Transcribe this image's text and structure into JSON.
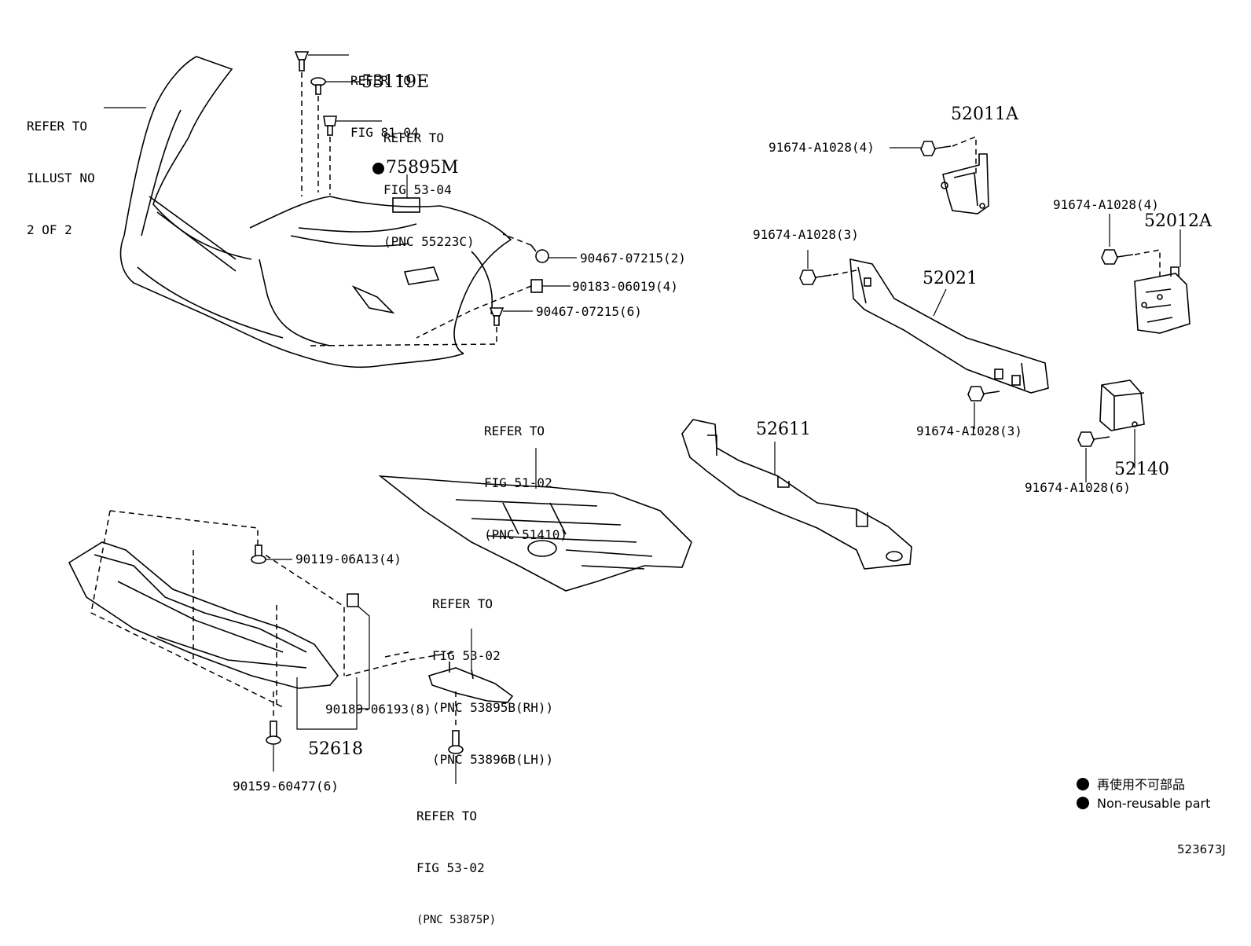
{
  "diagram_id": "523673J",
  "legend": {
    "marker_note_jp": "再使用不可部品",
    "marker_note_en": "Non-reusable part"
  },
  "labels": {
    "refer_illust": [
      "REFER TO",
      "ILLUST NO",
      "2 OF 2"
    ],
    "refer_fig_81_04": [
      "REFER TO",
      "FIG 81-04"
    ],
    "part_53119E": "53119E",
    "refer_fig_53_04": [
      "REFER TO",
      "FIG 53-04",
      "(PNC 55223C)"
    ],
    "part_75895M": "75895M",
    "part_90467_2": "90467-07215(2)",
    "part_90183": "90183-06019(4)",
    "part_90467_6": "90467-07215(6)",
    "part_52011A": "52011A",
    "bolt_91674_4_top": "91674-A1028(4)",
    "bolt_91674_4_right": "91674-A1028(4)",
    "part_52012A": "52012A",
    "bolt_91674_3_left": "91674-A1028(3)",
    "part_52021": "52021",
    "bolt_91674_3_bottom": "91674-A1028(3)",
    "part_52611": "52611",
    "part_52140": "52140",
    "bolt_91674_6": "91674-A1028(6)",
    "refer_fig_51_02": [
      "REFER TO",
      "FIG 51-02",
      "(PNC 51410)"
    ],
    "part_90119": "90119-06A13(4)",
    "refer_fig_53_02_a": [
      "REFER TO",
      "FIG 53-02",
      "(PNC 53895B(RH))",
      "(PNC 53896B(LH))"
    ],
    "part_90189": "90189-06193(8)",
    "part_52618": "52618",
    "part_90159": "90159-60477(6)",
    "refer_fig_53_02_b": [
      "REFER TO",
      "FIG 53-02",
      "(PNC 53875P)"
    ]
  }
}
